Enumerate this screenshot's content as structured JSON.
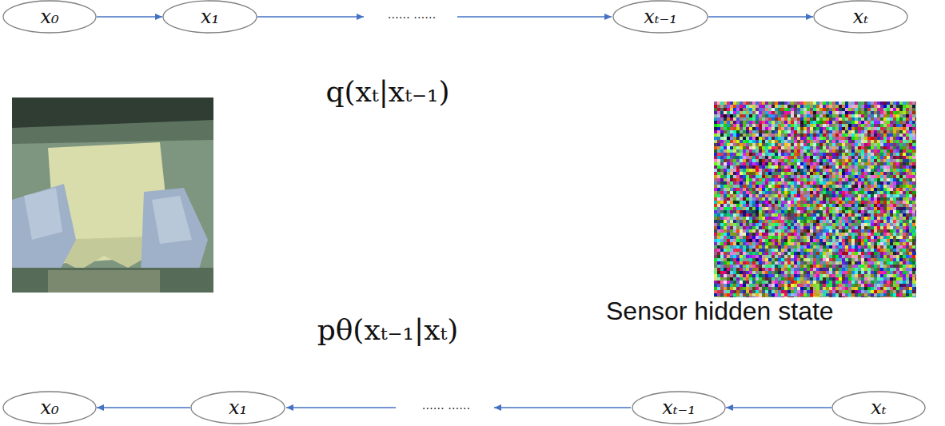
{
  "diagram": {
    "nodes": [
      {
        "text": [
          "x₀"
        ]
      },
      {
        "text": [
          "x₁"
        ]
      },
      {
        "text": [
          "xₜ₋₁"
        ]
      },
      {
        "text": [
          "xₜ"
        ]
      },
      {
        "text": [
          "x₀"
        ]
      },
      {
        "text": [
          "x₁"
        ]
      },
      {
        "text": [
          "xₜ₋₁"
        ]
      },
      {
        "text": [
          "xₜ"
        ]
      }
    ],
    "edges": [
      {
        "from": 0,
        "to": 1,
        "arrow": "to"
      },
      {
        "from": 2,
        "to": 3,
        "arrow": "to"
      },
      {
        "from": 5,
        "to": 4,
        "arrow": "to"
      },
      {
        "from": 7,
        "to": 6,
        "arrow": "to"
      }
    ],
    "labels": [
      "…… ……",
      "q(xₜ|xₜ₋₁)",
      "pθ(xₜ₋₁|xₜ)",
      "Sensor hidden state",
      "…… ……"
    ]
  }
}
